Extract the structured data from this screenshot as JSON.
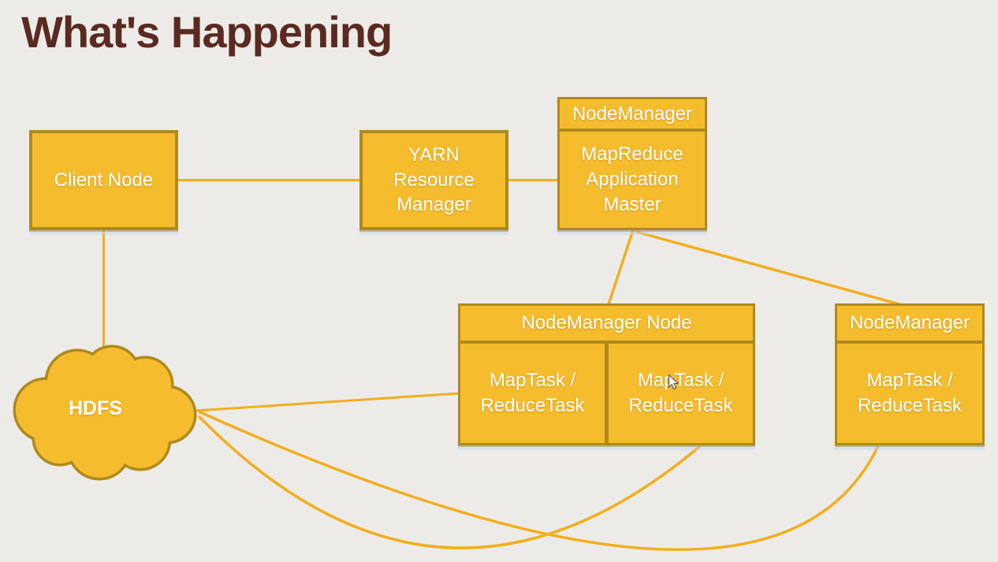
{
  "title": "What's Happening",
  "diagram": {
    "nodes": {
      "client_node": {
        "label": "Client Node"
      },
      "yarn_resource_manager": {
        "label": "YARN Resource Manager"
      },
      "nodemanager_top": {
        "header": "NodeManager",
        "body": "MapReduce Application Master"
      },
      "nodemanager_node": {
        "header": "NodeManager Node",
        "task_left": "MapTask / ReduceTask",
        "task_right": "MapTask / ReduceTask"
      },
      "nodemanager_right": {
        "header": "NodeManager",
        "body": "MapTask / ReduceTask"
      },
      "hdfs": {
        "label": "HDFS"
      }
    },
    "edges": [
      {
        "from": "client_node",
        "to": "yarn_resource_manager"
      },
      {
        "from": "yarn_resource_manager",
        "to": "nodemanager_top"
      },
      {
        "from": "client_node",
        "to": "hdfs"
      },
      {
        "from": "nodemanager_top",
        "to": "nodemanager_node"
      },
      {
        "from": "nodemanager_top",
        "to": "nodemanager_right"
      },
      {
        "from": "hdfs",
        "to": "nodemanager_node"
      },
      {
        "from": "hdfs",
        "to": "nodemanager_node",
        "style": "curved"
      },
      {
        "from": "hdfs",
        "to": "nodemanager_right",
        "style": "curved"
      }
    ],
    "colors": {
      "background": "#ECEBE8",
      "box_fill": "#F5BC2D",
      "box_border": "#AE8A1C",
      "connector": "#F2AE1E",
      "box_text": "#FFFFFF",
      "title_text": "#5A2A21"
    }
  }
}
